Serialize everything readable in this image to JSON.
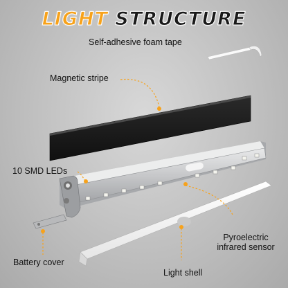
{
  "title": {
    "word1": "LIGHT",
    "word2": "STRUCTURE"
  },
  "labels": {
    "foam_tape": "Self-adhesive foam tape",
    "magnetic_stripe": "Magnetic stripe",
    "smd_leds": "10 SMD LEDs",
    "battery_cover": "Battery cover",
    "pyro_line1": "Pyroelectric",
    "pyro_line2": "infrared sensor",
    "light_shell": "Light shell"
  },
  "colors": {
    "accent": "#f7a21b",
    "stripe": "#1b1b1b",
    "housing": "#cfd0d2",
    "led": "#f4f4ee"
  },
  "counts": {
    "led_count": 10
  }
}
